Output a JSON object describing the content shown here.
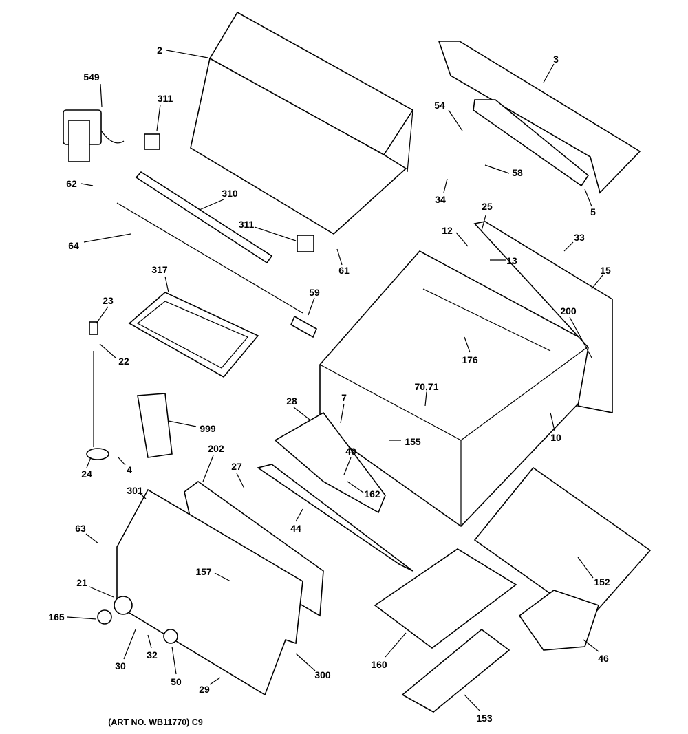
{
  "diagram": {
    "callouts": [
      "2",
      "549",
      "311",
      "3",
      "54",
      "58",
      "62",
      "310",
      "34",
      "5",
      "25",
      "12",
      "33",
      "311",
      "64",
      "13",
      "61",
      "15",
      "317",
      "59",
      "23",
      "200",
      "22",
      "176",
      "70,71",
      "28",
      "7",
      "999",
      "155",
      "10",
      "202",
      "40",
      "27",
      "24",
      "4",
      "301",
      "162",
      "63",
      "44",
      "157",
      "152",
      "21",
      "165",
      "30",
      "32",
      "50",
      "300",
      "160",
      "46",
      "29",
      "153"
    ],
    "caption": "(ART NO. WB11770) C9"
  }
}
